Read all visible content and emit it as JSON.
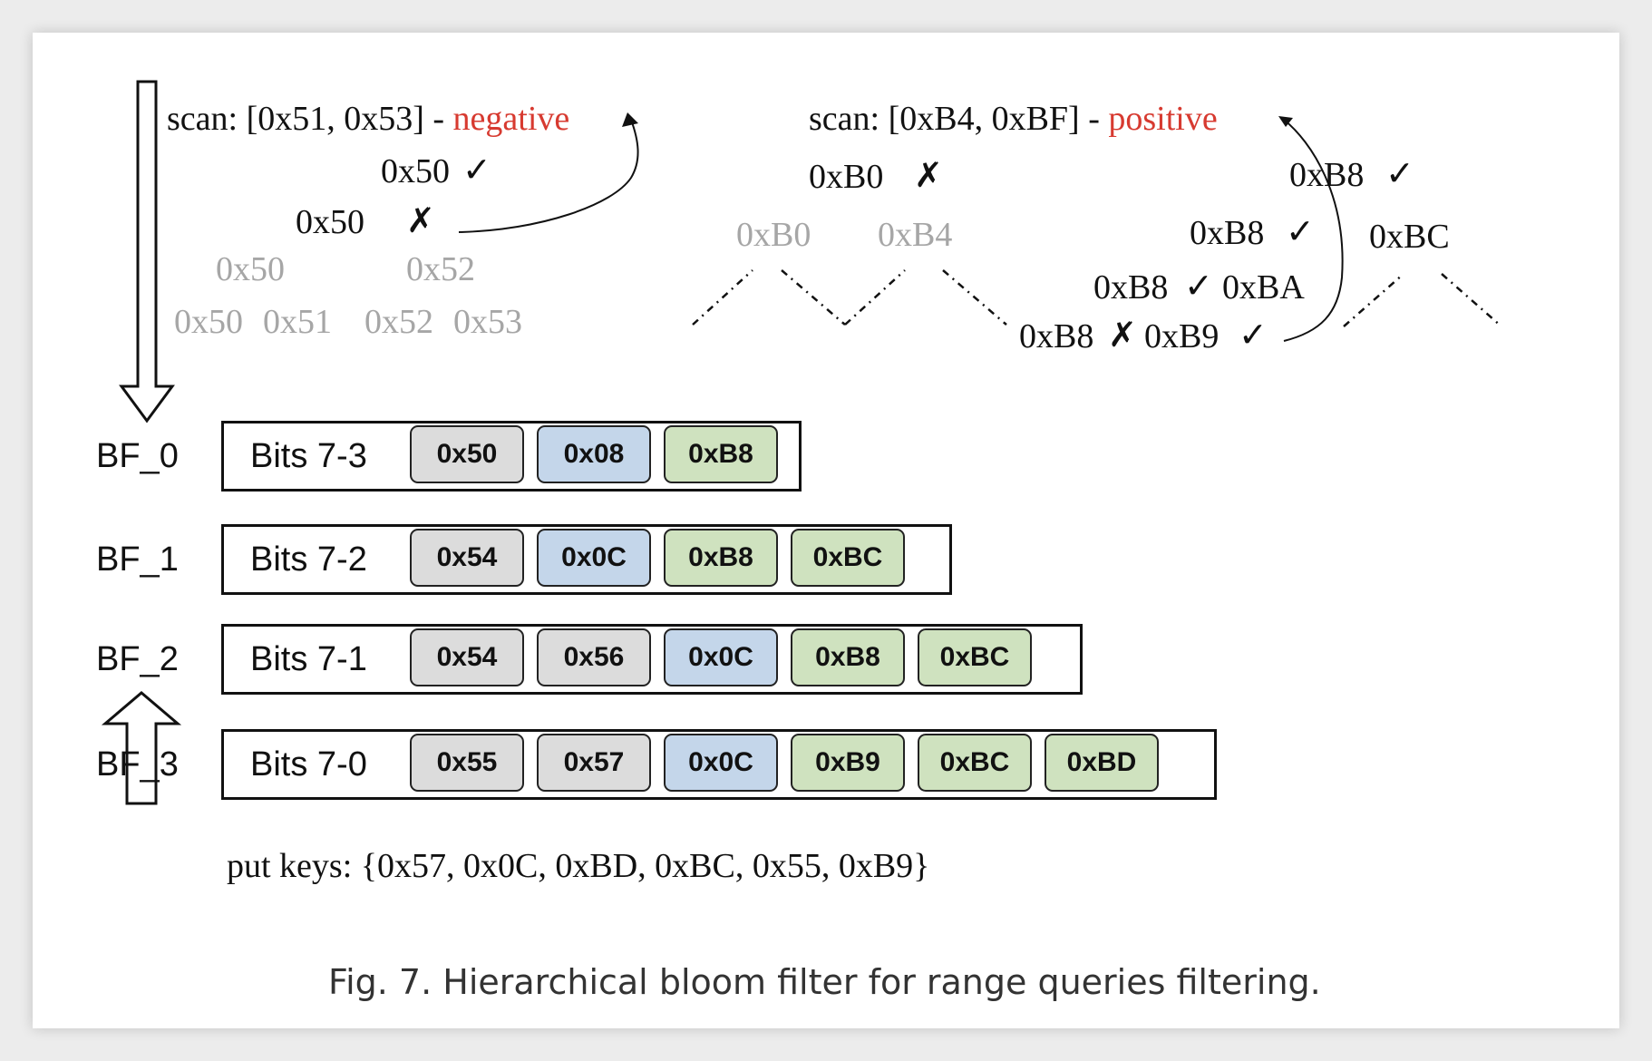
{
  "colors": {
    "grey_chip": "#dcdcdc",
    "blue_chip": "#c4d6ea",
    "green_chip": "#cfe2bf",
    "result_red": "#d73a30",
    "faded_text": "#a6a6a6"
  },
  "scan_negative": {
    "prefix": "scan: [0x51, 0x53] - ",
    "result": "negative",
    "level0_key": "0x50",
    "level1_key": "0x50",
    "level2_keys": [
      "0x50",
      "0x52"
    ],
    "level3_keys": [
      "0x50",
      "0x51",
      "0x52",
      "0x53"
    ]
  },
  "scan_positive": {
    "prefix": "scan: [0xB4, 0xBF] - ",
    "result": "positive",
    "left_top_key": "0xB0",
    "left_children": [
      "0xB0",
      "0xB4"
    ],
    "right_top_key": "0xB8",
    "right_level1": [
      "0xB8",
      "0xBC"
    ],
    "right_level2": [
      "0xB8",
      "0xBA"
    ],
    "right_level3": [
      "0xB8",
      "0xB9"
    ]
  },
  "marks": {
    "check": "✓",
    "cross": "✗"
  },
  "filters": [
    {
      "name": "BF_0",
      "bits": "Bits 7-3",
      "chips": [
        {
          "label": "0x50",
          "color": "grey"
        },
        {
          "label": "0x08",
          "color": "blue"
        },
        {
          "label": "0xB8",
          "color": "green"
        }
      ]
    },
    {
      "name": "BF_1",
      "bits": "Bits 7-2",
      "chips": [
        {
          "label": "0x54",
          "color": "grey"
        },
        {
          "label": "0x0C",
          "color": "blue"
        },
        {
          "label": "0xB8",
          "color": "green"
        },
        {
          "label": "0xBC",
          "color": "green"
        }
      ]
    },
    {
      "name": "BF_2",
      "bits": "Bits 7-1",
      "chips": [
        {
          "label": "0x54",
          "color": "grey"
        },
        {
          "label": "0x56",
          "color": "grey"
        },
        {
          "label": "0x0C",
          "color": "blue"
        },
        {
          "label": "0xB8",
          "color": "green"
        },
        {
          "label": "0xBC",
          "color": "green"
        }
      ]
    },
    {
      "name": "BF_3",
      "bits": "Bits 7-0",
      "chips": [
        {
          "label": "0x55",
          "color": "grey"
        },
        {
          "label": "0x57",
          "color": "grey"
        },
        {
          "label": "0x0C",
          "color": "blue"
        },
        {
          "label": "0xB9",
          "color": "green"
        },
        {
          "label": "0xBC",
          "color": "green"
        },
        {
          "label": "0xBD",
          "color": "green"
        }
      ]
    }
  ],
  "put_keys": "put keys: {0x57, 0x0C, 0xBD, 0xBC, 0x55, 0xB9}",
  "caption": "Fig. 7.  Hierarchical bloom filter for range queries filtering."
}
